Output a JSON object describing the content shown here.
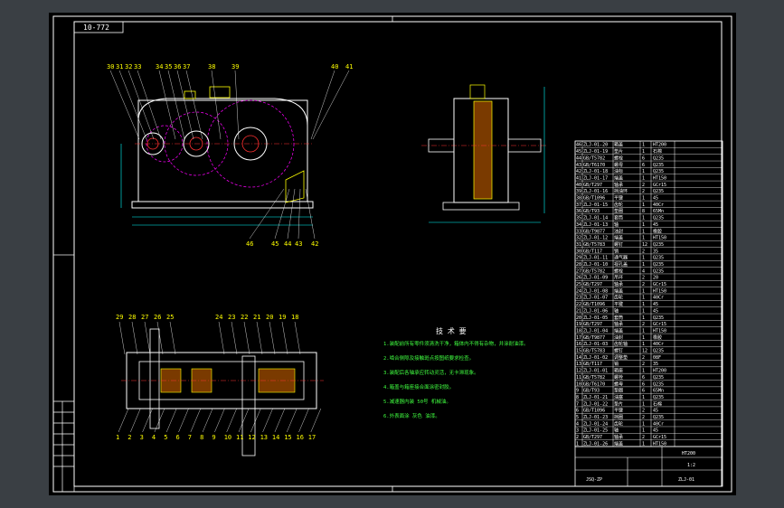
{
  "drawing": {
    "tag": "10-772",
    "top_callouts": [
      "30",
      "31",
      "32",
      "33",
      "34",
      "35",
      "36",
      "37",
      "38",
      "39",
      "40",
      "41"
    ],
    "right_callouts_side": [
      "46",
      "45",
      "44",
      "43",
      "42"
    ],
    "plan_top_callouts": [
      "29",
      "28",
      "27",
      "26",
      "25",
      "24",
      "23",
      "22",
      "21",
      "20",
      "19",
      "18"
    ],
    "plan_bottom_callouts": [
      "1",
      "2",
      "3",
      "4",
      "5",
      "6",
      "7",
      "8",
      "9",
      "10",
      "11",
      "12",
      "13",
      "14",
      "15",
      "16",
      "17"
    ],
    "tech_title": "技 术 要",
    "tech_lines": [
      "1.装配前所有零件须清洗干净，箱体内不得有杂物，并涂耐油漆。",
      "2.啮合侧隙及接触斑点按图纸要求检查。",
      "3.装配后各轴承应转动灵活，无卡滞现象。",
      "4.箱盖与箱座接合面涂密封胶。",
      "5.减速器内装 50号 机械油。",
      "6.外表面涂 灰色 油漆。"
    ],
    "title_block": {
      "material": "HT200",
      "scale": "1:2",
      "drawing_no": "ZLJ-01",
      "code": "JSQ-ZP"
    }
  },
  "bom_rows": [
    {
      "no": "46",
      "code": "ZLJ-01-20",
      "name": "箱盖",
      "qty": "1",
      "mat": "HT200"
    },
    {
      "no": "45",
      "code": "ZLJ-01-19",
      "name": "垫片",
      "qty": "1",
      "mat": "石棉"
    },
    {
      "no": "44",
      "code": "GB/T5782",
      "name": "螺栓",
      "qty": "6",
      "mat": "Q235"
    },
    {
      "no": "43",
      "code": "GB/T6170",
      "name": "螺母",
      "qty": "6",
      "mat": "Q235"
    },
    {
      "no": "42",
      "code": "ZLJ-01-18",
      "name": "油标",
      "qty": "1",
      "mat": "Q235"
    },
    {
      "no": "41",
      "code": "ZLJ-01-17",
      "name": "端盖",
      "qty": "1",
      "mat": "HT150"
    },
    {
      "no": "40",
      "code": "GB/T297",
      "name": "轴承",
      "qty": "2",
      "mat": "GCr15"
    },
    {
      "no": "39",
      "code": "ZLJ-01-16",
      "name": "挡油环",
      "qty": "2",
      "mat": "Q235"
    },
    {
      "no": "38",
      "code": "GB/T1096",
      "name": "平键",
      "qty": "1",
      "mat": "45"
    },
    {
      "no": "37",
      "code": "ZLJ-01-15",
      "name": "齿轮",
      "qty": "1",
      "mat": "40Cr"
    },
    {
      "no": "36",
      "code": "GB/T93",
      "name": "垫圈",
      "qty": "8",
      "mat": "65Mn"
    },
    {
      "no": "35",
      "code": "ZLJ-01-14",
      "name": "套筒",
      "qty": "1",
      "mat": "Q235"
    },
    {
      "no": "34",
      "code": "ZLJ-01-13",
      "name": "轴",
      "qty": "1",
      "mat": "45"
    },
    {
      "no": "33",
      "code": "GB/T9877",
      "name": "油封",
      "qty": "1",
      "mat": "橡胶"
    },
    {
      "no": "32",
      "code": "ZLJ-01-12",
      "name": "端盖",
      "qty": "1",
      "mat": "HT150"
    },
    {
      "no": "31",
      "code": "GB/T5783",
      "name": "螺钉",
      "qty": "12",
      "mat": "Q235"
    },
    {
      "no": "30",
      "code": "GB/T117",
      "name": "销",
      "qty": "2",
      "mat": "35"
    },
    {
      "no": "29",
      "code": "ZLJ-01-11",
      "name": "通气器",
      "qty": "1",
      "mat": "Q235"
    },
    {
      "no": "28",
      "code": "ZLJ-01-10",
      "name": "视孔盖",
      "qty": "1",
      "mat": "Q235"
    },
    {
      "no": "27",
      "code": "GB/T5782",
      "name": "螺栓",
      "qty": "4",
      "mat": "Q235"
    },
    {
      "no": "26",
      "code": "ZLJ-01-09",
      "name": "吊环",
      "qty": "2",
      "mat": "20"
    },
    {
      "no": "25",
      "code": "GB/T297",
      "name": "轴承",
      "qty": "2",
      "mat": "GCr15"
    },
    {
      "no": "24",
      "code": "ZLJ-01-08",
      "name": "端盖",
      "qty": "1",
      "mat": "HT150"
    },
    {
      "no": "23",
      "code": "ZLJ-01-07",
      "name": "齿轮",
      "qty": "1",
      "mat": "40Cr"
    },
    {
      "no": "22",
      "code": "GB/T1096",
      "name": "平键",
      "qty": "1",
      "mat": "45"
    },
    {
      "no": "21",
      "code": "ZLJ-01-06",
      "name": "轴",
      "qty": "1",
      "mat": "45"
    },
    {
      "no": "20",
      "code": "ZLJ-01-05",
      "name": "套筒",
      "qty": "1",
      "mat": "Q235"
    },
    {
      "no": "19",
      "code": "GB/T297",
      "name": "轴承",
      "qty": "2",
      "mat": "GCr15"
    },
    {
      "no": "18",
      "code": "ZLJ-01-04",
      "name": "端盖",
      "qty": "1",
      "mat": "HT150"
    },
    {
      "no": "17",
      "code": "GB/T9877",
      "name": "油封",
      "qty": "1",
      "mat": "橡胶"
    },
    {
      "no": "16",
      "code": "ZLJ-01-03",
      "name": "齿轮轴",
      "qty": "1",
      "mat": "40Cr"
    },
    {
      "no": "15",
      "code": "GB/T5783",
      "name": "螺钉",
      "qty": "12",
      "mat": "Q235"
    },
    {
      "no": "14",
      "code": "ZLJ-01-02",
      "name": "调整垫",
      "qty": "2",
      "mat": "08F"
    },
    {
      "no": "13",
      "code": "GB/T117",
      "name": "销",
      "qty": "2",
      "mat": "35"
    },
    {
      "no": "12",
      "code": "ZLJ-01-01",
      "name": "箱座",
      "qty": "1",
      "mat": "HT200"
    },
    {
      "no": "11",
      "code": "GB/T5782",
      "name": "螺栓",
      "qty": "6",
      "mat": "Q235"
    },
    {
      "no": "10",
      "code": "GB/T6170",
      "name": "螺母",
      "qty": "6",
      "mat": "Q235"
    },
    {
      "no": "9",
      "code": "GB/T93",
      "name": "垫圈",
      "qty": "6",
      "mat": "65Mn"
    },
    {
      "no": "8",
      "code": "ZLJ-01-21",
      "name": "油塞",
      "qty": "1",
      "mat": "Q235"
    },
    {
      "no": "7",
      "code": "ZLJ-01-22",
      "name": "垫片",
      "qty": "1",
      "mat": "石棉"
    },
    {
      "no": "6",
      "code": "GB/T1096",
      "name": "平键",
      "qty": "2",
      "mat": "45"
    },
    {
      "no": "5",
      "code": "ZLJ-01-23",
      "name": "挡圈",
      "qty": "2",
      "mat": "Q235"
    },
    {
      "no": "4",
      "code": "ZLJ-01-24",
      "name": "齿轮",
      "qty": "1",
      "mat": "40Cr"
    },
    {
      "no": "3",
      "code": "ZLJ-01-25",
      "name": "轴",
      "qty": "1",
      "mat": "45"
    },
    {
      "no": "2",
      "code": "GB/T297",
      "name": "轴承",
      "qty": "2",
      "mat": "GCr15"
    },
    {
      "no": "1",
      "code": "ZLJ-01-26",
      "name": "端盖",
      "qty": "1",
      "mat": "HT150"
    }
  ],
  "colors": {
    "background": "#000000",
    "frame": "#ffffff",
    "accent_cyan": "#00ffff",
    "accent_yellow": "#ffff00",
    "accent_magenta": "#ff00ff",
    "accent_green": "#40ff40",
    "accent_red": "#ff3030"
  }
}
